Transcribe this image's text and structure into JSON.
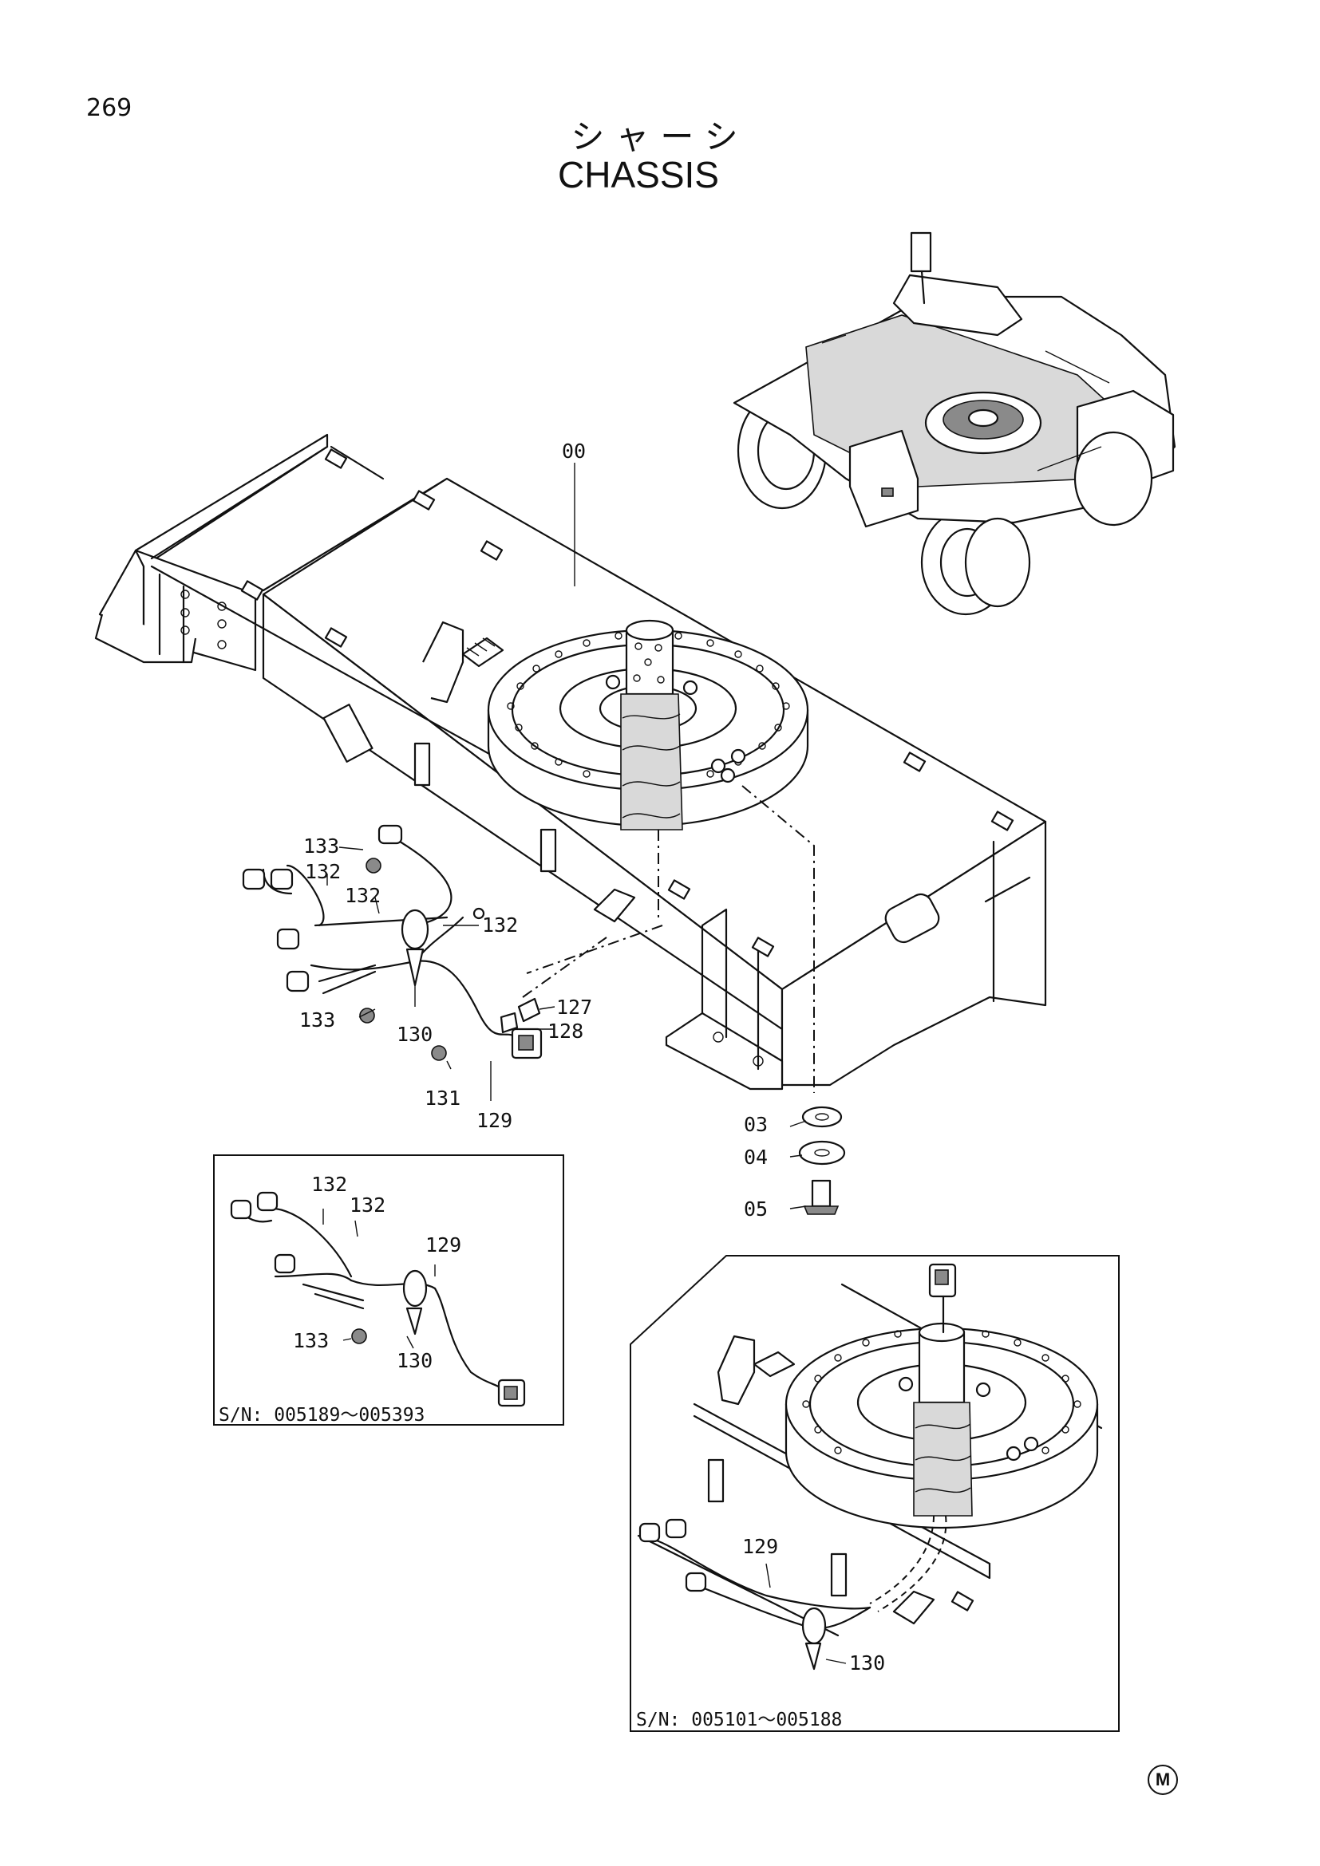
{
  "page": {
    "number": "269"
  },
  "title": {
    "japanese": "シャーシ",
    "english": "CHASSIS"
  },
  "callouts": {
    "main": [
      "00",
      "133",
      "132",
      "132",
      "132",
      "133",
      "130",
      "127",
      "128",
      "131",
      "129",
      "03",
      "04",
      "05"
    ],
    "inset_a": [
      "132",
      "132",
      "129",
      "133",
      "130"
    ],
    "inset_b": [
      "129",
      "130"
    ]
  },
  "insets": {
    "a": {
      "serial_range": "S/N: 005189～005393"
    },
    "b": {
      "serial_range": "S/N: 005101～005188"
    }
  },
  "footer": {
    "mark": "M"
  }
}
